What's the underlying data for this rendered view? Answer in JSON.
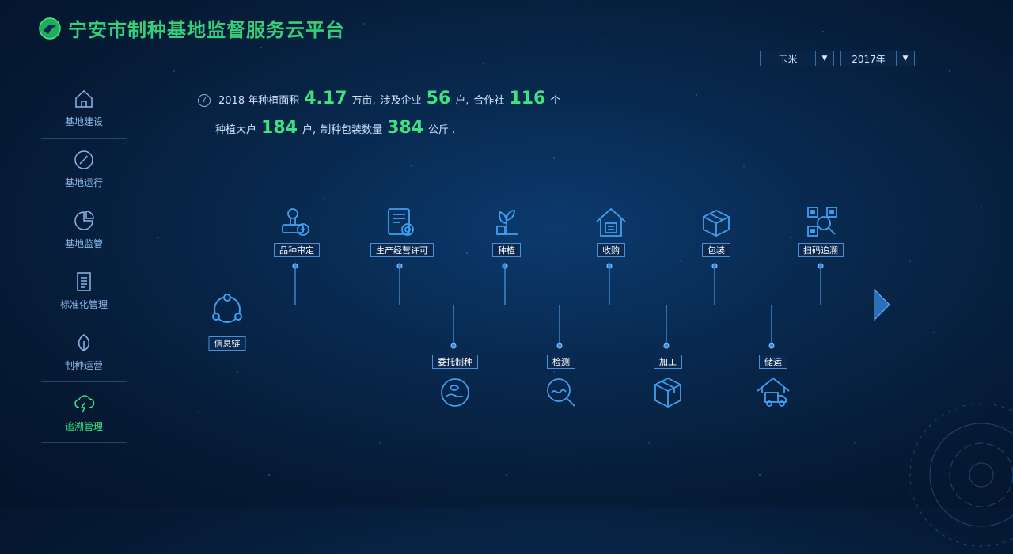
{
  "app": {
    "title": "宁安市制种基地监督服务云平台"
  },
  "filters": {
    "crop": "玉米",
    "year": "2017年"
  },
  "sidebar": {
    "items": [
      {
        "label": "基地建设"
      },
      {
        "label": "基地运行"
      },
      {
        "label": "基地监管"
      },
      {
        "label": "标准化管理"
      },
      {
        "label": "制种运营"
      },
      {
        "label": "追溯管理"
      }
    ]
  },
  "summary": {
    "t1": "2018 年种植面积",
    "v1": "4.17",
    "u1": "万亩,",
    "t2": "涉及企业",
    "v2": "56",
    "u2": "户,",
    "t3": "合作社",
    "v3": "116",
    "u3": "个",
    "t4": "种植大户",
    "v4": "184",
    "u4": "户,",
    "t5": "制种包装数量",
    "v5": "384",
    "u5": "公斤 ."
  },
  "timeline": {
    "start": "信息链",
    "top": [
      "品种审定",
      "生产经营许可",
      "种植",
      "收购",
      "包装",
      "扫码追溯"
    ],
    "bottom": [
      "委托制种",
      "检测",
      "加工",
      "储运"
    ]
  },
  "colors": {
    "accent": "#3fe27f",
    "line": "#4d9be6",
    "icon": "#3f9ff0"
  }
}
